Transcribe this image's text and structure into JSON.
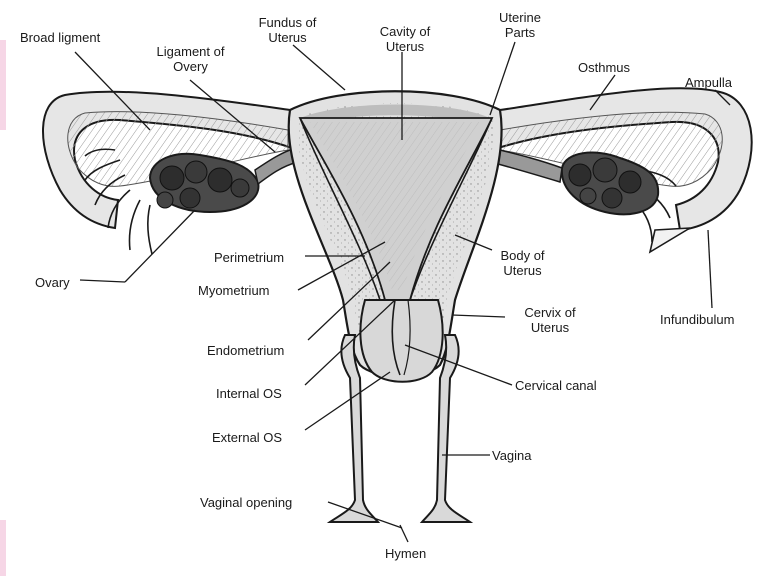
{
  "labels": {
    "broad_ligment": "Broad ligment",
    "ligament_of_overy": [
      "Ligament of",
      "Overy"
    ],
    "fundus_of_uterus": [
      "Fundus of",
      "Uterus"
    ],
    "cavity_of_uterus": [
      "Cavity of",
      "Uterus"
    ],
    "uterine_parts": [
      "Uterine",
      "Parts"
    ],
    "osthmus": "Osthmus",
    "ampulla": "Ampulla",
    "ovary": "Ovary",
    "perimetrium": "Perimetrium",
    "myometrium": "Myometrium",
    "endometrium": "Endometrium",
    "internal_os": "Internal OS",
    "external_os": "External OS",
    "body_of_uterus": [
      "Body of",
      "Uterus"
    ],
    "cervix_of_uterus": [
      "Cervix of",
      "Uterus"
    ],
    "cervical_canal": "Cervical canal",
    "infundibulum": "Infundibulum",
    "vagina": "Vagina",
    "vaginal_opening": "Vaginal opening",
    "hymen": "Hymen"
  },
  "colors": {
    "outline": "#1a1a1a",
    "tissue_fill": "#e4e4e4",
    "tissue_dark": "#bdbdbd",
    "cavity_fill": "#cfcfcf",
    "ovary_fill": "#3a3a3a"
  }
}
